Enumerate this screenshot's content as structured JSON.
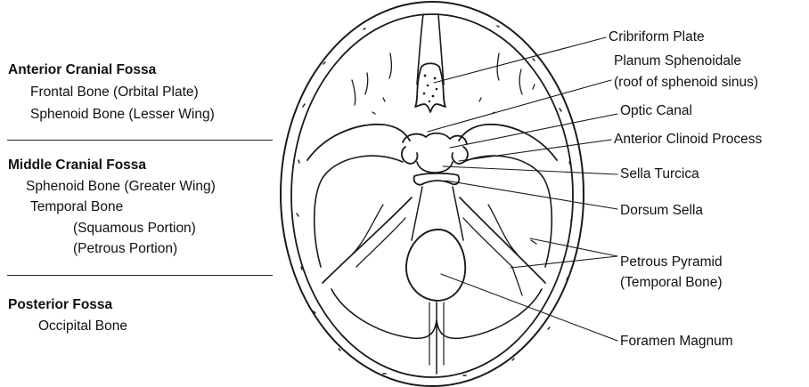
{
  "left_panel": {
    "anterior": {
      "heading": "Anterior Cranial Fossa",
      "items": [
        "Frontal Bone (Orbital Plate)",
        "Sphenoid Bone (Lesser Wing)"
      ]
    },
    "middle": {
      "heading": "Middle Cranial Fossa",
      "items": [
        "Sphenoid Bone (Greater Wing)",
        "Temporal Bone",
        "(Squamous Portion)",
        "(Petrous Portion)"
      ]
    },
    "posterior": {
      "heading": "Posterior Fossa",
      "items": [
        "Occipital Bone"
      ]
    }
  },
  "labels": {
    "cribriform": "Cribriform Plate",
    "planum_1": "Planum Sphenoidale",
    "planum_2": "(roof of sphenoid sinus)",
    "optic": "Optic Canal",
    "clinoid": "Anterior Clinoid Process",
    "sella": "Sella Turcica",
    "dorsum": "Dorsum Sella",
    "petrous_1": "Petrous Pyramid",
    "petrous_2": "(Temporal Bone)",
    "foramen": "Foramen Magnum"
  }
}
